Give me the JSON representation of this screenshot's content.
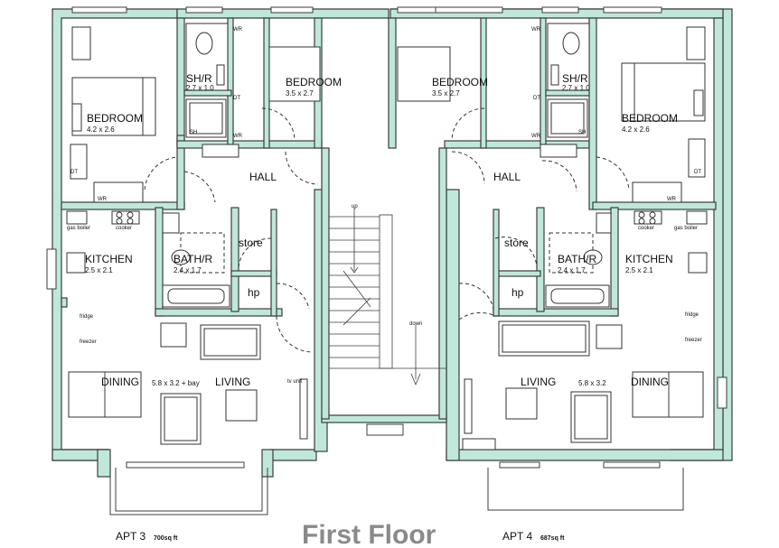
{
  "title": "First Floor",
  "apartments": [
    {
      "name": "APT 3",
      "size": "700sq ft"
    },
    {
      "name": "APT 4",
      "size": "687sq ft"
    }
  ],
  "rooms": {
    "bedroom_left": {
      "name": "BEDROOM",
      "dim": "4.2 x 2.6"
    },
    "shower_left": {
      "name": "SH/R",
      "dim": "2.7 x 1.0"
    },
    "bedroom_cl": {
      "name": "BEDROOM",
      "dim": "3.5 x 2.7"
    },
    "bedroom_cr": {
      "name": "BEDROOM",
      "dim": "3.5 x 2.7"
    },
    "shower_right": {
      "name": "SH/R",
      "dim": "2.7 x 1.0"
    },
    "bedroom_right": {
      "name": "BEDROOM",
      "dim": "4.2 x 2.6"
    },
    "hall_left": {
      "name": "HALL"
    },
    "hall_right": {
      "name": "HALL"
    },
    "kitchen_left": {
      "name": "KITCHEN",
      "dim": "2.5 x 2.1"
    },
    "bath_left": {
      "name": "BATH/R",
      "dim": "2.4 x 1.7"
    },
    "store_left": {
      "name": "store"
    },
    "hp_left": {
      "name": "hp"
    },
    "store_right": {
      "name": "store"
    },
    "hp_right": {
      "name": "hp"
    },
    "bath_right": {
      "name": "BATH/R",
      "dim": "2.4 x 1.7"
    },
    "kitchen_right": {
      "name": "KITCHEN",
      "dim": "2.5 x 2.1"
    },
    "dining_left": {
      "name": "DINING"
    },
    "living_left": {
      "name": "LIVING",
      "dim": "5.8 x 3.2 + bay"
    },
    "living_right": {
      "name": "LIVING",
      "dim": "5.8 x 3.2"
    },
    "dining_right": {
      "name": "DINING"
    }
  },
  "fixtures": {
    "wr": "WR",
    "dt": "DT",
    "sh": "SH",
    "gas_boiler": "gas boiler",
    "cooker": "cooker",
    "fridge": "fridge",
    "freezer": "freezer",
    "tv_unit": "tv unit",
    "up": "up",
    "down": "down"
  },
  "colors": {
    "wall": "#bfe8da",
    "line": "#3c3c3c",
    "title": "#8a8a8a"
  }
}
